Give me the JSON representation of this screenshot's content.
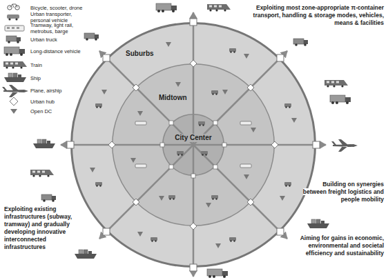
{
  "diagram": {
    "nodes": [
      {
        "text": [
          "Suburbs"
        ]
      },
      {
        "text": [
          "Midtown"
        ],
        "in": 0
      },
      {
        "text": [
          "City Center"
        ],
        "in": 1
      }
    ],
    "labels": [
      "Exploiting most zone-appropriate π-container transport, handling & storage modes, vehicles, means & facilities",
      "Building on synergies between freight logistics and people mobility",
      "Aiming for gains in economic, environmental and societal efficiency and sustainability",
      "Exploiting existing infrastructures (subway, tramway) and gradually developing innovative interconnected infrastructures"
    ],
    "legend": [
      {
        "text": "Bicycle, scooter, drone"
      },
      {
        "text": "Urban transporter, personal vehicle"
      },
      {
        "text": "Tramway, light rail, metrobus, barge"
      },
      {
        "text": "Urban truck"
      },
      {
        "text": "Long-distance vehicle"
      },
      {
        "text": "Train"
      },
      {
        "text": "Ship"
      },
      {
        "text": "Plane, airship"
      },
      {
        "text": "Urban hub"
      },
      {
        "text": "Open DC"
      }
    ]
  }
}
